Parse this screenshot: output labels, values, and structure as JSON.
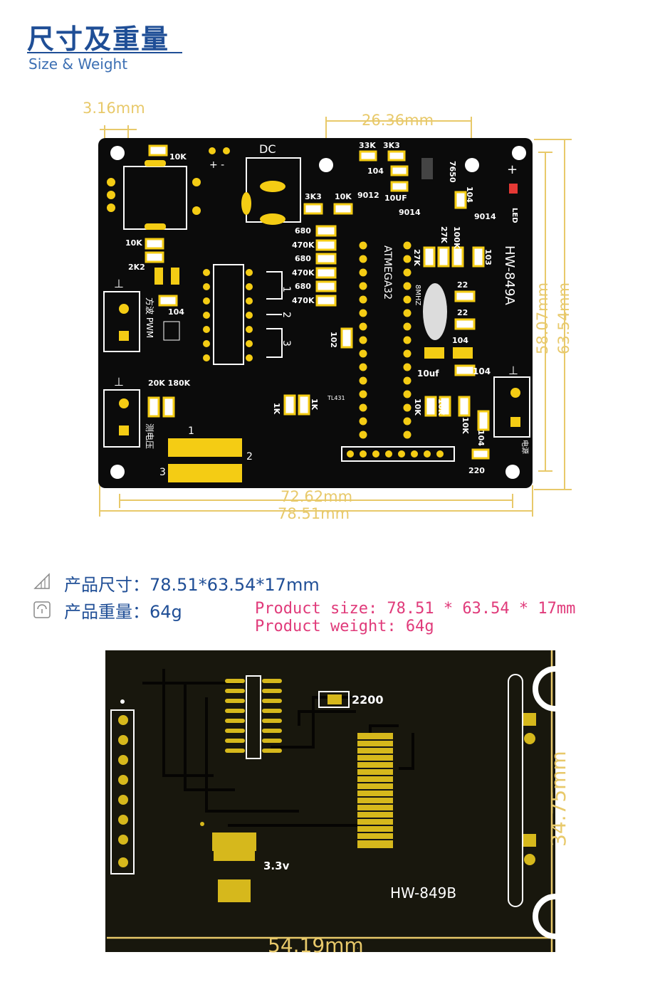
{
  "header": {
    "title_cn": "尺寸及重量",
    "title_en": "Size & Weight"
  },
  "board_a": {
    "model": "HW-849A",
    "dims": {
      "top_left": "3.16mm",
      "top_right": "26.36mm",
      "right_inner": "58.07mm",
      "right_outer": "63.54mm",
      "bottom_inner": "72.62mm",
      "bottom_outer": "78.51mm"
    },
    "labels": {
      "dc": "DC",
      "led": "LED",
      "plus": "+",
      "plus_minus": "+ -",
      "r10k_a": "10K",
      "r10k_b": "10K",
      "r2k2": "2K2",
      "r33k": "33K",
      "r3k3_a": "3K3",
      "r3k3_b": "3K3",
      "r10k_c": "10K",
      "c104_a": "104",
      "q9012": "9012",
      "c10uf": "10UF",
      "q9014_a": "9014",
      "q9014_b": "9014",
      "u7650": "7650",
      "c104_b": "104",
      "r680_a": "680",
      "r470k_a": "470K",
      "r680_b": "680",
      "r470k_b": "470K",
      "r680_c": "680",
      "r470k_c": "470K",
      "mcu": "ATMEGA32",
      "xtal": "8MHZ",
      "r27k_a": "27K",
      "r27k_b": "27K",
      "r100k": "100K",
      "c103": "103",
      "c22_a": "22",
      "c22_b": "22",
      "c104_c": "104",
      "c104_d": "104",
      "c10uf_b": "10uf",
      "c102": "102",
      "pwm": "方波 PWM",
      "c104_e": "104",
      "r20k180k": "20K 180K",
      "volt": "测电压",
      "r1k_a": "1K",
      "r1k_b": "1K",
      "tl431": "TL431",
      "r10k_d": "10K",
      "r10k_e": "10K",
      "r10k_f": "10K",
      "c104_f": "104",
      "r220": "220",
      "pin1": "1",
      "pin2": "2",
      "pin3": "3",
      "sw1": "1",
      "sw2": "2",
      "sw3": "3",
      "ground_a": "⊥",
      "ground_b": "⊥",
      "ground_c": "⊥",
      "pwr": "电源"
    }
  },
  "specs": {
    "size_cn": "产品尺寸：78.51*63.54*17mm",
    "weight_cn": "产品重量：64g",
    "size_en": "Product size: 78.51 * 63.54 * 17mm",
    "weight_en": "Product weight: 64g"
  },
  "board_b": {
    "model": "HW-849B",
    "r2200": "2200",
    "reg": "3.3v",
    "dim_height": "34.75mm",
    "dim_width": "54.19mm"
  },
  "colors": {
    "pcb": "#0b0b0b",
    "gold": "#f4cc14",
    "title_blue": "#1f4e96",
    "pink": "#e03a7a",
    "dim_gold": "#e8c96a"
  }
}
